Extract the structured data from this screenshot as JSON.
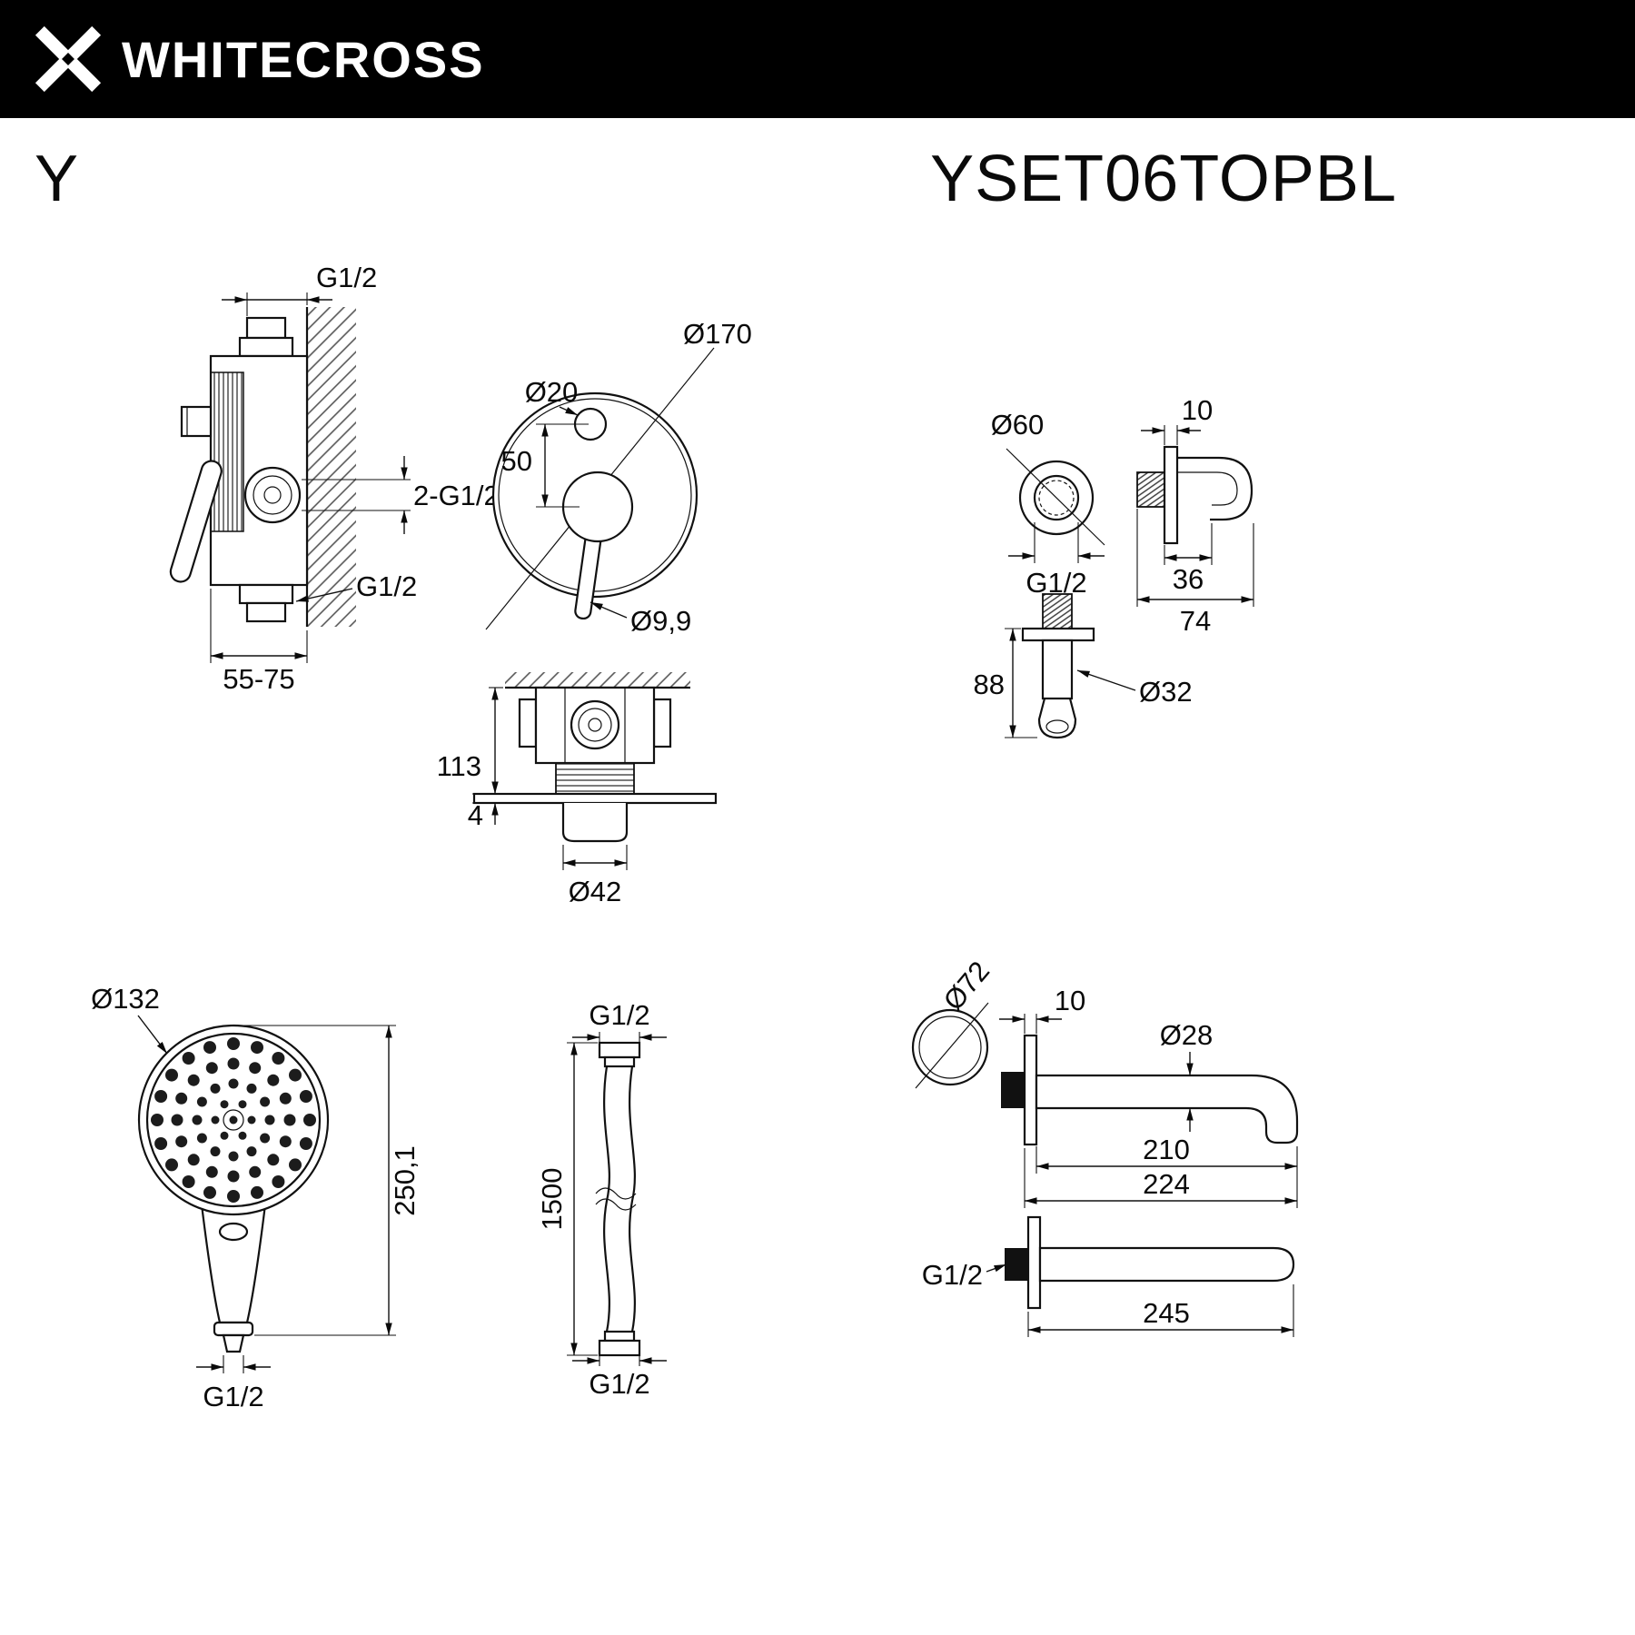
{
  "header": {
    "brand": "WHITECROSS"
  },
  "title": {
    "series": "Y",
    "model": "YSET06TOPBL"
  },
  "mixer_side": {
    "top_thread": "G1/2",
    "dual_thread": "2-G1/2",
    "bottom_thread": "G1/2",
    "depth_range": "55-75"
  },
  "trim_front": {
    "plate_dia": "Ø170",
    "button_dia": "Ø20",
    "center_spacing": "50",
    "pin_dia": "Ø9,9"
  },
  "outlet": {
    "flange_dia": "Ø60",
    "thread": "G1/2",
    "plate_thickness": "10",
    "depth_inner": "36",
    "depth_total": "74",
    "height": "88",
    "body_dia": "Ø32"
  },
  "valve_top": {
    "depth": "113",
    "plate_thickness": "4",
    "knob_dia": "Ø42"
  },
  "handshower": {
    "head_dia": "Ø132",
    "length": "250,1",
    "thread": "G1/2"
  },
  "hose": {
    "thread_top": "G1/2",
    "length": "1500",
    "thread_bottom": "G1/2"
  },
  "spout": {
    "flange_dia": "Ø72",
    "plate_thickness": "10",
    "tube_dia": "Ø28",
    "reach": "210",
    "total_length": "224",
    "thread": "G1/2",
    "straight_length": "245"
  }
}
